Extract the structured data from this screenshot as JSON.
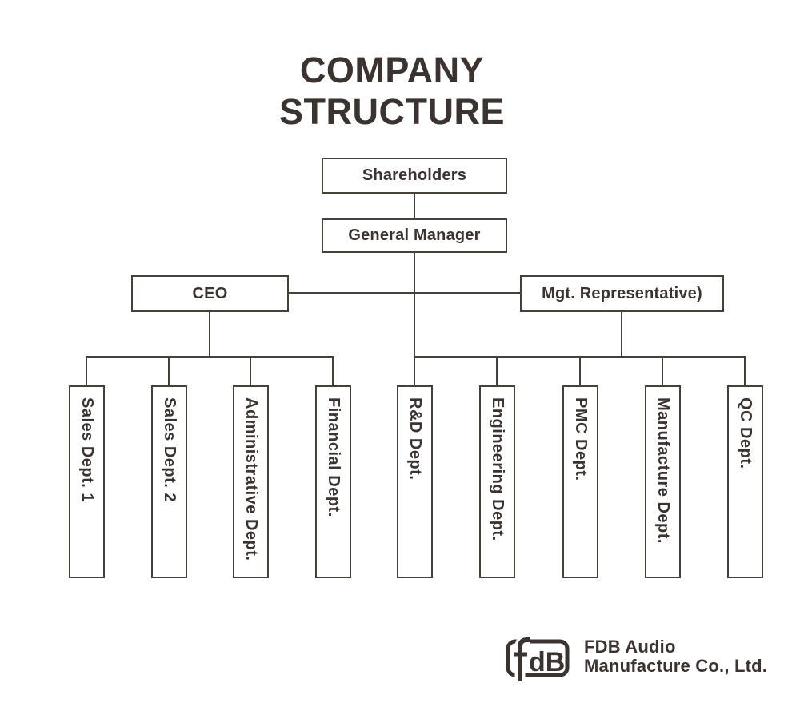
{
  "title": "COMPANY STRUCTURE",
  "colors": {
    "ink": "#3a3330",
    "line": "#474039",
    "bg": "#ffffff"
  },
  "nodes": {
    "shareholders": "Shareholders",
    "general_manager": "General Manager",
    "ceo": "CEO",
    "mgt_representative": "Mgt. Representative)",
    "departments": [
      {
        "label": "Sales Dept. 1"
      },
      {
        "label": "Sales Dept. 2"
      },
      {
        "label": "Administrative Dept."
      },
      {
        "label": "Financial Dept."
      },
      {
        "label": "R&D Dept."
      },
      {
        "label": "Engineering Dept."
      },
      {
        "label": "PMC Dept."
      },
      {
        "label": "Manufacture Dept."
      },
      {
        "label": "QC Dept."
      }
    ]
  },
  "logo": {
    "mark_f": "f",
    "mark_db": "dB",
    "line1": "FDB Audio",
    "line2": "Manufacture Co., Ltd."
  }
}
